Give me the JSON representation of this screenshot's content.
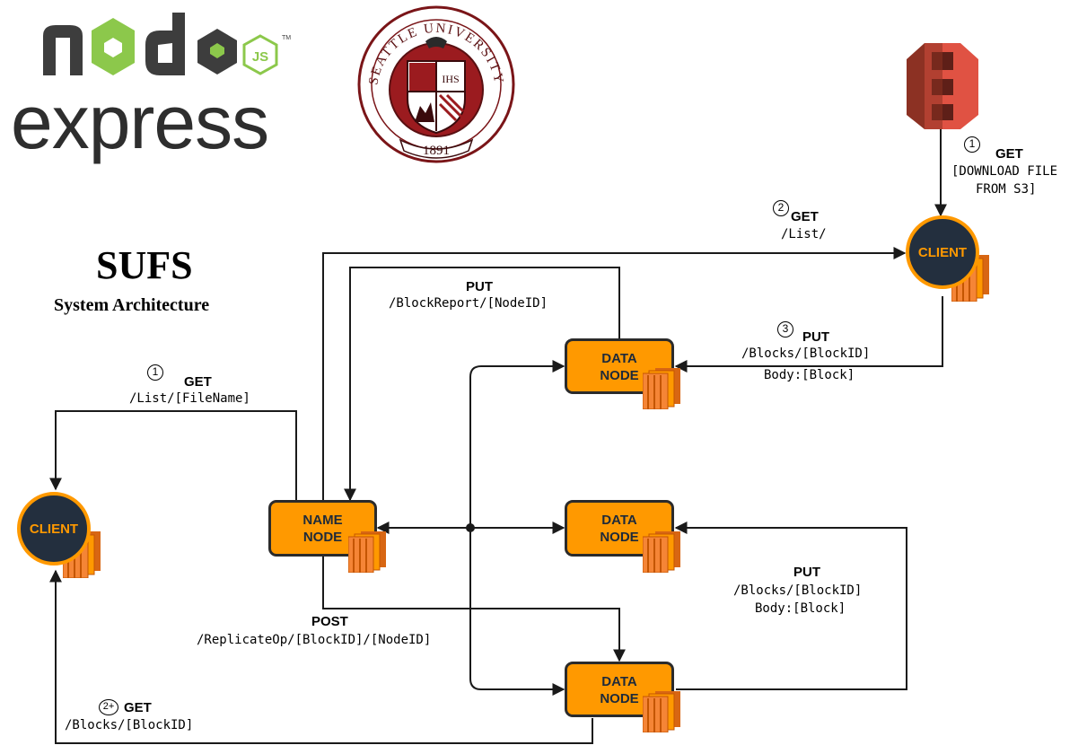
{
  "logos": {
    "node": "node",
    "express": "express",
    "js_badge": "JS",
    "seal_text": "SEATTLE UNIVERSITY",
    "seal_year": "1891",
    "seal_monogram": "IHS"
  },
  "title": {
    "main": "SUFS",
    "sub": "System Architecture"
  },
  "nodes": {
    "client_top": "CLIENT",
    "client_left": "CLIENT",
    "name_node": [
      "NAME",
      "NODE"
    ],
    "data_node_1": [
      "DATA",
      "NODE"
    ],
    "data_node_2": [
      "DATA",
      "NODE"
    ],
    "data_node_3": [
      "DATA",
      "NODE"
    ]
  },
  "edges": {
    "s3_get": {
      "step": "1",
      "method": "GET",
      "path": "[DOWNLOAD FILE",
      "path2": "FROM S3]"
    },
    "list_get": {
      "step": "2",
      "method": "GET",
      "path": "/List/"
    },
    "block_report": {
      "method": "PUT",
      "path": "/BlockReport/[NodeID]"
    },
    "client_put": {
      "step": "3",
      "method": "PUT",
      "path": "/Blocks/[BlockID]",
      "body": "Body:[Block]"
    },
    "left_get": {
      "step": "1",
      "method": "GET",
      "path": "/List/[FileName]"
    },
    "replicate_put": {
      "method": "PUT",
      "path": "/Blocks/[BlockID]",
      "body": "Body:[Block]"
    },
    "post_replicate": {
      "method": "POST",
      "path": "/ReplicateOp/[BlockID]/[NodeID]"
    },
    "blocks_get": {
      "step": "2+",
      "method": "GET",
      "path": "/Blocks/[BlockID]"
    }
  },
  "colors": {
    "orange": "#ff9900",
    "dark": "#232f3e",
    "s3_red": "#e05243",
    "seal_red": "#9b1b1f",
    "node_green": "#8cc84b"
  }
}
